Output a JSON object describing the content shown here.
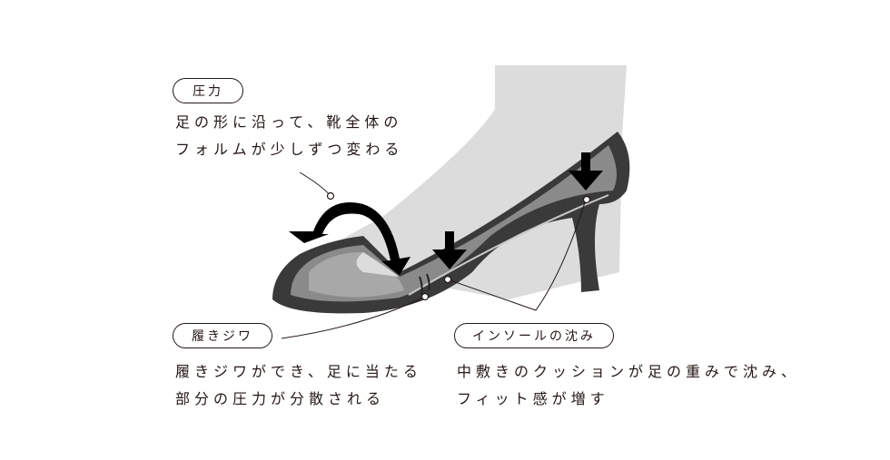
{
  "callouts": {
    "pressure": {
      "label": "圧力",
      "lines": [
        "足の形に沿って、靴全体の",
        "フォルムが少しずつ変わる"
      ]
    },
    "wrinkles": {
      "label": "履きジワ",
      "lines": [
        "履きジワができ、足に当たる",
        "部分の圧力が分散される"
      ]
    },
    "insole": {
      "label": "インソールの沈み",
      "lines": [
        "中敷きのクッションが足の重みで沈み、",
        "フィット感が増す"
      ]
    }
  },
  "colors": {
    "leg": "#dcdcdc",
    "shoe_dark": "#3a3a3a",
    "shoe_mid": "#8a8a8a",
    "arrow": "#000000",
    "line": "#231815"
  }
}
